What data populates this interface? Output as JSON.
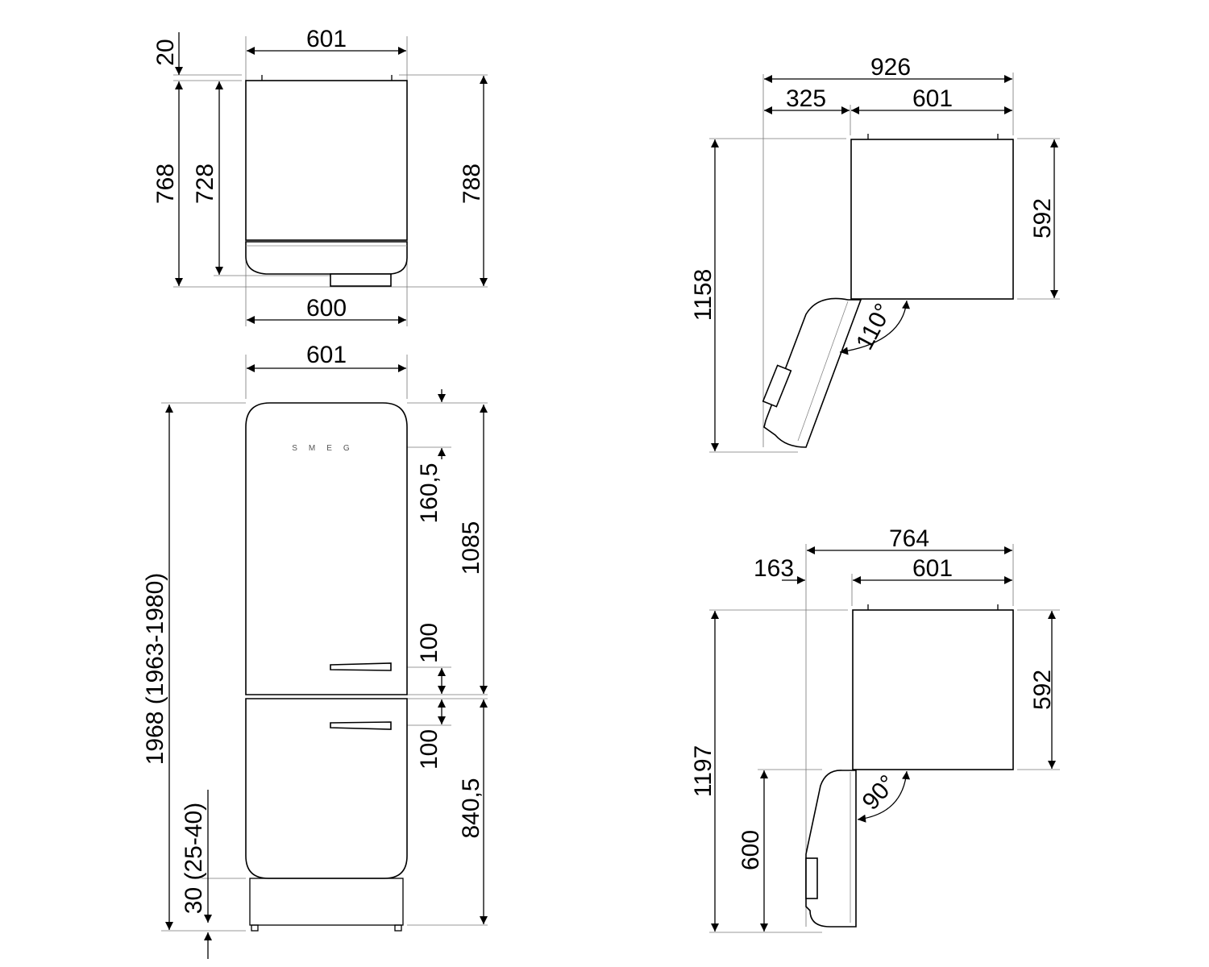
{
  "top_view": {
    "width_top": "601",
    "hinge_height": "20",
    "depth_768": "768",
    "depth_728": "728",
    "depth_788": "788",
    "width_bottom": "600"
  },
  "front_view": {
    "width": "601",
    "height": "1968 (1963-1980)",
    "feet": "30 (25-40)",
    "logo_height": "160,5",
    "upper_section": "1085",
    "handle_upper": "100",
    "handle_lower": "100",
    "lower_section": "840,5",
    "logo": "SMEG"
  },
  "plan_110": {
    "total_width": "926",
    "door_swing": "325",
    "body_width": "601",
    "body_depth": "592",
    "total_depth": "1158",
    "angle": "110°"
  },
  "plan_90": {
    "total_width": "764",
    "door_swing": "163",
    "body_width": "601",
    "body_depth": "592",
    "total_depth": "1197",
    "door_depth": "600",
    "angle": "90°"
  }
}
